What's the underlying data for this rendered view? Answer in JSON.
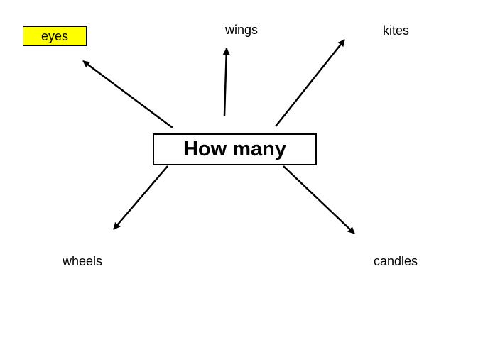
{
  "center": {
    "label": "How many"
  },
  "nodes": [
    {
      "id": "eyes",
      "label": "eyes",
      "highlighted": true
    },
    {
      "id": "wings",
      "label": "wings",
      "highlighted": false
    },
    {
      "id": "kites",
      "label": "kites",
      "highlighted": false
    },
    {
      "id": "wheels",
      "label": "wheels",
      "highlighted": false
    },
    {
      "id": "candles",
      "label": "candles",
      "highlighted": false
    }
  ],
  "colors": {
    "highlight": "#ffff00",
    "stroke": "#000000",
    "text": "#000000"
  }
}
